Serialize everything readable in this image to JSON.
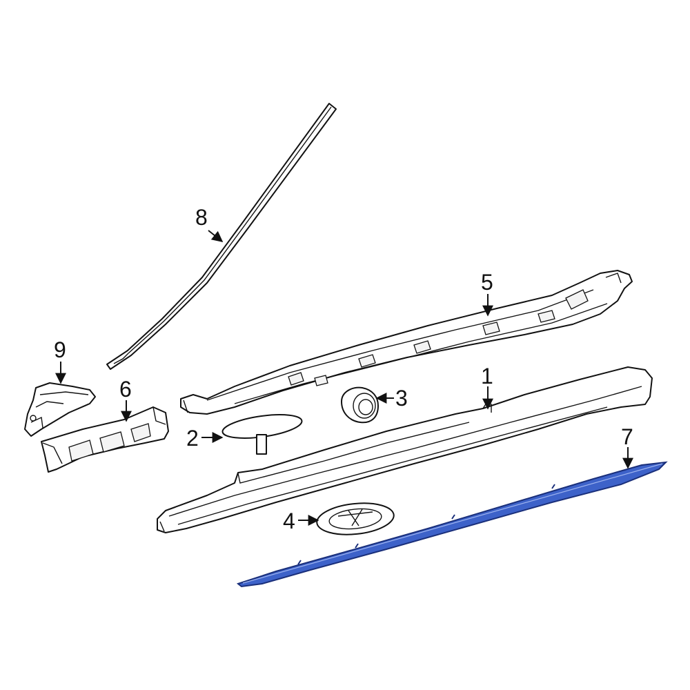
{
  "colors": {
    "line": "#111111",
    "background": "#ffffff",
    "highlight_fill": "#3d62c9",
    "highlight_stroke": "#1a2f7a"
  },
  "callouts": [
    {
      "number": "1",
      "part": "rocker-panel-reinforcement"
    },
    {
      "number": "2",
      "part": "plug"
    },
    {
      "number": "3",
      "part": "grommet"
    },
    {
      "number": "4",
      "part": "access-cover"
    },
    {
      "number": "5",
      "part": "rocker-molding-bracket"
    },
    {
      "number": "6",
      "part": "front-bracket"
    },
    {
      "number": "7",
      "part": "rocker-molding",
      "highlighted": true
    },
    {
      "number": "8",
      "part": "pillar-trim-strip"
    },
    {
      "number": "9",
      "part": "clip-bracket"
    }
  ]
}
